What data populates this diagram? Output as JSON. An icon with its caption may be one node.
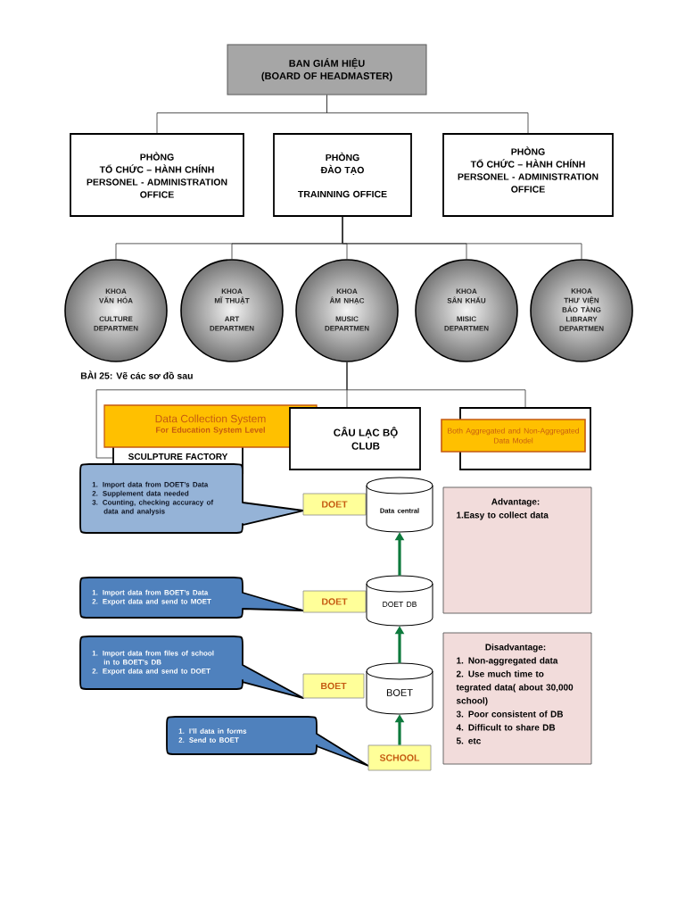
{
  "diagram": {
    "nodes": [
      {
        "text": [
          "BAN GIÁM HIỆU",
          "(BOARD OF HEADMASTER)"
        ]
      },
      {
        "text": [
          "PHÒNG TỔ CHỨC – HÀNH CHÍNH",
          "PERSONEL - ADMINISTRATION OFFICE"
        ]
      },
      {
        "text": [
          "PHÒNG ĐÀO TẠO",
          "TRAINNING OFFICE"
        ]
      },
      {
        "text": [
          "PHÒNG TỔ CHỨC – HÀNH CHÍNH",
          "PERSONEL - ADMINISTRATION OFFICE"
        ]
      },
      {
        "text": [
          "KHOA VĂN HÓA",
          "CULTURE DEPARTMEN"
        ]
      },
      {
        "text": [
          "KHOA MĨ THUẬT",
          "ART DEPARTMEN"
        ]
      },
      {
        "text": [
          "KHOA ÂM NHẠC",
          "MUSIC DEPARTMEN"
        ]
      },
      {
        "text": [
          "KHOA SÂN KHẤU",
          "MISIC DEPARTMEN"
        ]
      },
      {
        "text": [
          "KHOA THƯ VIỆN BẢO TÀNG",
          "LIBRARY DEPARTMEN"
        ]
      },
      {
        "text": [
          "Data Collection System",
          "For Education System Level"
        ]
      },
      {
        "text": [
          "SCULPTURE FACTORY"
        ]
      },
      {
        "text": [
          "CÂU LẠC BỘ",
          "CLUB"
        ]
      },
      {
        "text": [],
        "shape": "box"
      },
      {
        "text": [
          "Both Aggregated and Non-Aggregated Data Model"
        ]
      },
      {
        "text": [
          "1. Import data from DOET’s Data",
          "2. Supplement data needed",
          "3. Counting, checking accuracy of data and analysis"
        ]
      },
      {
        "text": [
          "DOET"
        ]
      },
      {
        "text": [
          "Data central"
        ]
      },
      {
        "text": [
          "Advantage:",
          "1.Easy to collect data"
        ]
      },
      {
        "text": [
          "1. Import data from BOET’s Data",
          "2. Export data and send to MOET"
        ]
      },
      {
        "text": [
          "DOET"
        ]
      },
      {
        "text": [
          "DOET DB"
        ]
      },
      {
        "text": [
          "Disadvantage:",
          "1. Non-aggregated data",
          "2. Use much time to tegrated data( about 30,000 school)",
          "3. Poor consistent of DB",
          "4. Difficult to share DB",
          "5. etc"
        ]
      },
      {
        "text": [
          "1. Import data from files of school in to BOET’s DB",
          "2. Export data and send to DOET"
        ]
      },
      {
        "text": [
          "BOET"
        ]
      },
      {
        "text": [
          "BOET"
        ]
      },
      {
        "text": [
          "1. I’ll data in forms",
          "2. Send to BOET"
        ]
      },
      {
        "text": [
          "SCHOOL"
        ]
      }
    ],
    "edges": [
      {
        "from": 0,
        "to": 1,
        "arrow": "none"
      },
      {
        "from": 0,
        "to": 3,
        "arrow": "none"
      },
      {
        "from": 2,
        "to": 4,
        "arrow": "none"
      },
      {
        "from": 2,
        "to": 5,
        "arrow": "none"
      },
      {
        "from": 2,
        "to": 6,
        "arrow": "none"
      },
      {
        "from": 2,
        "to": 7,
        "arrow": "none"
      },
      {
        "from": 2,
        "to": 8,
        "arrow": "none"
      },
      {
        "from": 6,
        "to": 10,
        "arrow": "none"
      },
      {
        "from": 6,
        "to": 11,
        "arrow": "none"
      },
      {
        "from": 6,
        "to": 12,
        "arrow": "none"
      },
      {
        "from": 20,
        "to": 16,
        "arrow": "to",
        "style": "thick",
        "color": "#0E7A3D"
      },
      {
        "from": 24,
        "to": 20,
        "arrow": "to",
        "style": "thick",
        "color": "#0E7A3D"
      },
      {
        "from": 26,
        "to": 24,
        "arrow": "to",
        "style": "thick",
        "color": "#0E7A3D"
      }
    ],
    "labels": [
      "BÀI 25: Vẽ các sơ đồ sau"
    ]
  }
}
